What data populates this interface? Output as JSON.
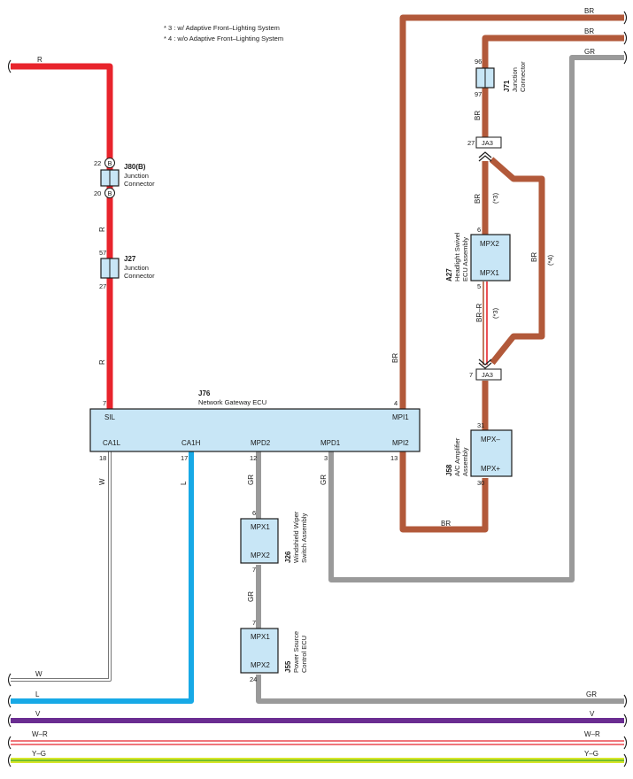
{
  "notes": [
    "* 3 : w/ Adaptive Front–Lighting System",
    "* 4 : w/o Adaptive Front–Lighting System"
  ],
  "colors": {
    "red": "#e8242c",
    "brown": "#b2593a",
    "gray": "#9a9a9a",
    "blue": "#17a9e6",
    "purple": "#6a2d91",
    "yellow_green": "#d6e62a",
    "light_blue_fill": "#c8e6f6",
    "outline": "#1a1a1a"
  },
  "wires": {
    "R": "R",
    "BR": "BR",
    "GR": "GR",
    "W": "W",
    "L": "L",
    "V": "V",
    "WR": "W–R",
    "YG": "Y–G",
    "BRR": "BR–R"
  },
  "components": {
    "j80": {
      "code": "J80(B)",
      "name_l1": "Junction",
      "name_l2": "Connector",
      "pin_top": "22",
      "pin_bottom": "20",
      "marker": "B"
    },
    "j27": {
      "code": "J27",
      "name_l1": "Junction",
      "name_l2": "Connector",
      "pin_top": "57",
      "pin_bottom": "27"
    },
    "j71": {
      "code": "J71",
      "name_l1": "Junction",
      "name_l2": "Connector",
      "pin_top": "96",
      "pin_bottom": "97"
    },
    "ja3": {
      "label": "JA3",
      "pin_top": "27",
      "pin_bottom": "7"
    },
    "a27": {
      "code": "A27",
      "name_l1": "Headlight Swivel",
      "name_l2": "ECU Assembly",
      "port_top": "MPX2",
      "port_bottom": "MPX1",
      "pin_top": "6",
      "pin_bottom": "5"
    },
    "j58": {
      "code": "J58",
      "name_l1": "A/C Amplifier",
      "name_l2": "Assembly",
      "port_top": "MPX–",
      "port_bottom": "MPX+",
      "pin_top": "31",
      "pin_bottom": "30"
    },
    "j76": {
      "code": "J76",
      "name": "Network Gateway ECU",
      "ports": [
        "SIL",
        "MPI1",
        "CA1L",
        "CA1H",
        "MPD2",
        "MPD1",
        "MPI2"
      ],
      "pins": {
        "SIL": "7",
        "MPI1": "4",
        "CA1L": "18",
        "CA1H": "17",
        "MPD2": "12",
        "MPD1": "3",
        "MPI2": "13"
      }
    },
    "j26": {
      "code": "J26",
      "name_l1": "Windshield Wiper",
      "name_l2": "Switch Assembly",
      "port_top": "MPX1",
      "port_bottom": "MPX2",
      "pin_top": "6",
      "pin_bottom": "7"
    },
    "j55": {
      "code": "J55",
      "name_l1": "Power Source",
      "name_l2": "Control ECU",
      "port_top": "MPX1",
      "port_bottom": "MPX2",
      "pin_top": "7",
      "pin_bottom": "24"
    }
  },
  "branch_marks": {
    "w_afs": "(*3)",
    "wo_afs": "(*4)"
  }
}
